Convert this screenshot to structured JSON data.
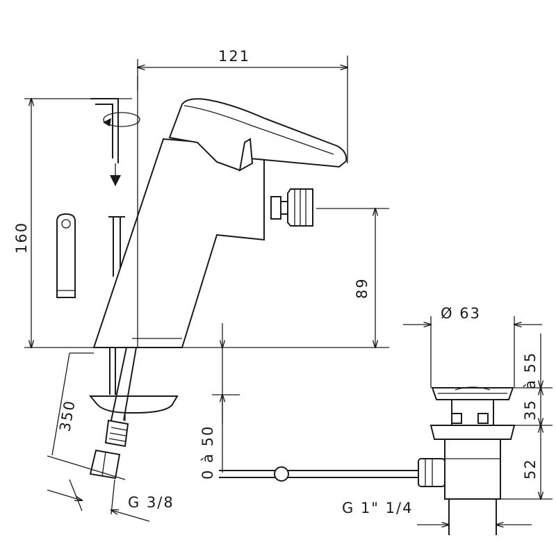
{
  "drawing": {
    "dimensions": {
      "width_top": "121",
      "height_total": "160",
      "spout_height": "89",
      "hose_length": "350",
      "waste_diameter": "Ø 63",
      "waste_range": "à 55",
      "waste_35": "35",
      "waste_52": "52",
      "rod_range": "0 à 50",
      "hose_thread": "G 3/8",
      "waste_thread": "G 1\" 1/4"
    },
    "colors": {
      "line": "#1a1a1a",
      "background": "#ffffff"
    }
  }
}
